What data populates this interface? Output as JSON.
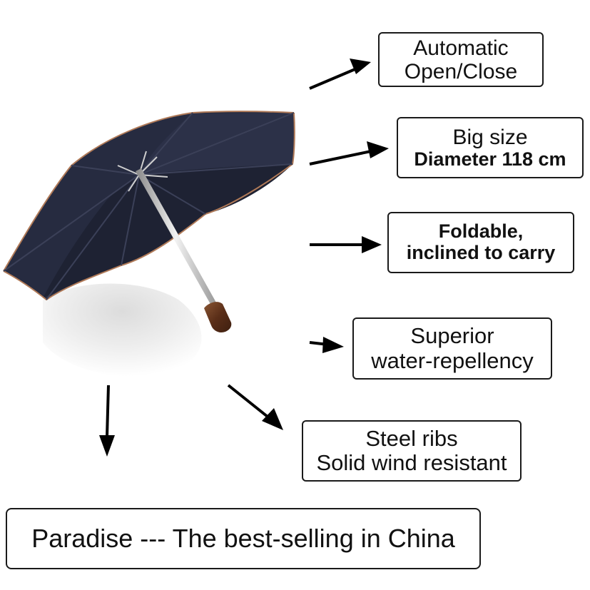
{
  "features": {
    "automatic": {
      "line1": "Automatic",
      "line2": "Open/Close"
    },
    "size": {
      "line1": "Big size",
      "line2": "Diameter 118 cm"
    },
    "foldable": {
      "line1": "Foldable,",
      "line2": "inclined to carry"
    },
    "water": {
      "line1": "Superior",
      "line2": "water-repellency"
    },
    "steel": {
      "line1": "Steel ribs",
      "line2": "Solid wind resistant"
    }
  },
  "banner": {
    "text": "Paradise --- The best-selling in China"
  },
  "colors": {
    "canopy": "#262b40",
    "trim": "#b07a58",
    "handle": "#6a3b22"
  },
  "icons": [
    "umbrella-illustration",
    "arrow-icon"
  ]
}
